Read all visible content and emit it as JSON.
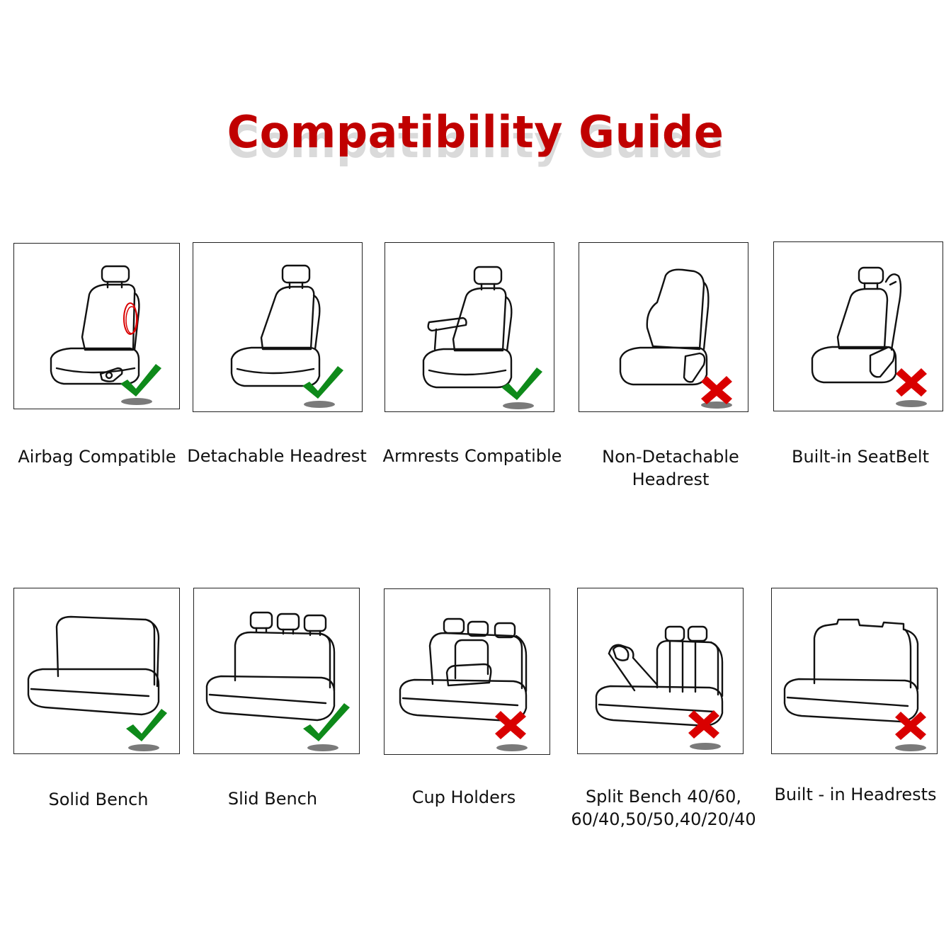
{
  "title": "Compatibility Guide",
  "colors": {
    "title": "#c00000",
    "check": "#0e8a1a",
    "cross": "#d90000"
  },
  "items": [
    {
      "label_lines": [
        "Airbag Compatible"
      ],
      "status": "check",
      "icon": "front-seat-airbag-icon"
    },
    {
      "label_lines": [
        "Detachable Headrest"
      ],
      "status": "check",
      "icon": "front-seat-headrest-icon"
    },
    {
      "label_lines": [
        "Armrests Compatible"
      ],
      "status": "check",
      "icon": "front-seat-armrest-icon"
    },
    {
      "label_lines": [
        "Non-Detachable",
        "Headrest"
      ],
      "status": "cross",
      "icon": "front-seat-fixed-headrest-icon"
    },
    {
      "label_lines": [
        "Built-in SeatBelt"
      ],
      "status": "cross",
      "icon": "front-seat-seatbelt-icon"
    },
    {
      "label_lines": [
        "Solid Bench"
      ],
      "status": "check",
      "icon": "solid-bench-icon"
    },
    {
      "label_lines": [
        "Slid Bench"
      ],
      "status": "check",
      "icon": "bench-headrests-icon"
    },
    {
      "label_lines": [
        "Cup Holders"
      ],
      "status": "cross",
      "icon": "bench-cup-holder-icon"
    },
    {
      "label_lines": [
        "Split Bench 40/60,",
        "60/40,50/50,40/20/40"
      ],
      "status": "cross",
      "icon": "split-bench-icon"
    },
    {
      "label_lines": [
        "Built - in Headrests"
      ],
      "status": "cross",
      "icon": "bench-builtin-headrest-icon"
    }
  ]
}
